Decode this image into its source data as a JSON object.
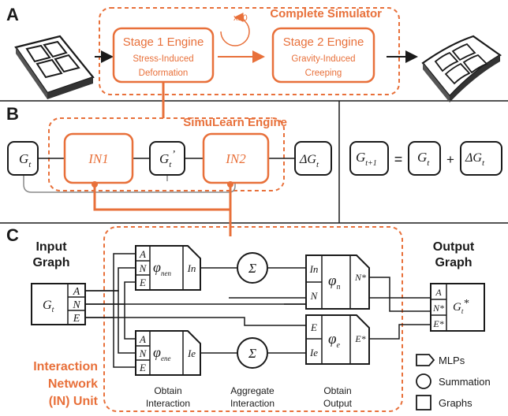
{
  "colors": {
    "accent": "#E8703A",
    "ink": "#1a1a1a",
    "panel_fill": "#ffffff",
    "gray_line": "#8a8a8a"
  },
  "panel_a": {
    "label": "A",
    "title": "Complete Simulator",
    "repeat": "x10",
    "stage1": {
      "title": "Stage 1 Engine",
      "line1": "Stress-Induced",
      "line2": "Deformation"
    },
    "stage2": {
      "title": "Stage 2 Engine",
      "line1": "Gravity-Induced",
      "line2": "Creeping"
    }
  },
  "panel_b": {
    "label": "B",
    "title": "SimuLearn Engine",
    "nodes": {
      "g_base": "G",
      "g_sub": "t",
      "in1": "IN1",
      "gp_base": "G",
      "gp_sub": "t",
      "gp_prime": "’",
      "in2": "IN2",
      "dg_base": "ΔG",
      "dg_sub": "t"
    },
    "equation": {
      "lhs_base": "G",
      "lhs_sub": "t+1",
      "eq": "=",
      "t1_base": "G",
      "t1_sub": "t",
      "plus": "+",
      "t2_base": "ΔG",
      "t2_sub": "t"
    }
  },
  "panel_c": {
    "label": "C",
    "input_title_1": "Input",
    "input_title_2": "Graph",
    "output_title_1": "Output",
    "output_title_2": "Graph",
    "input_g_base": "G",
    "input_g_sub": "t",
    "input_slots": [
      "A",
      "N",
      "E"
    ],
    "output_slots": [
      "A",
      "N*",
      "E*"
    ],
    "output_g": "G",
    "output_g_sub": "t",
    "output_g_star": "*",
    "mlp_top": {
      "slots": [
        "A",
        "N",
        "E"
      ],
      "phi": "φ",
      "phi_sub": "nen",
      "out": "In"
    },
    "mlp_bot": {
      "slots": [
        "A",
        "N",
        "E"
      ],
      "phi": "φ",
      "phi_sub": "ene",
      "out": "Ie"
    },
    "sum_symbol": "Σ",
    "mlp_n": {
      "slots": [
        "In",
        "N"
      ],
      "phi": "φ",
      "phi_sub": "n",
      "out": "N*"
    },
    "mlp_e": {
      "slots": [
        "E",
        "Ie"
      ],
      "phi": "φ",
      "phi_sub": "e",
      "out": "E*"
    },
    "steps": {
      "s1_l1": "Obtain",
      "s1_l2": "Interaction",
      "s2_l1": "Aggregate",
      "s2_l2": "Interaction",
      "s3_l1": "Obtain",
      "s3_l2": "Output"
    },
    "in_unit": {
      "l1": "Interaction",
      "l2": "Network",
      "l3": "(IN) Unit"
    },
    "legend": {
      "mlps": "MLPs",
      "summation": "Summation",
      "graphs": "Graphs"
    }
  }
}
